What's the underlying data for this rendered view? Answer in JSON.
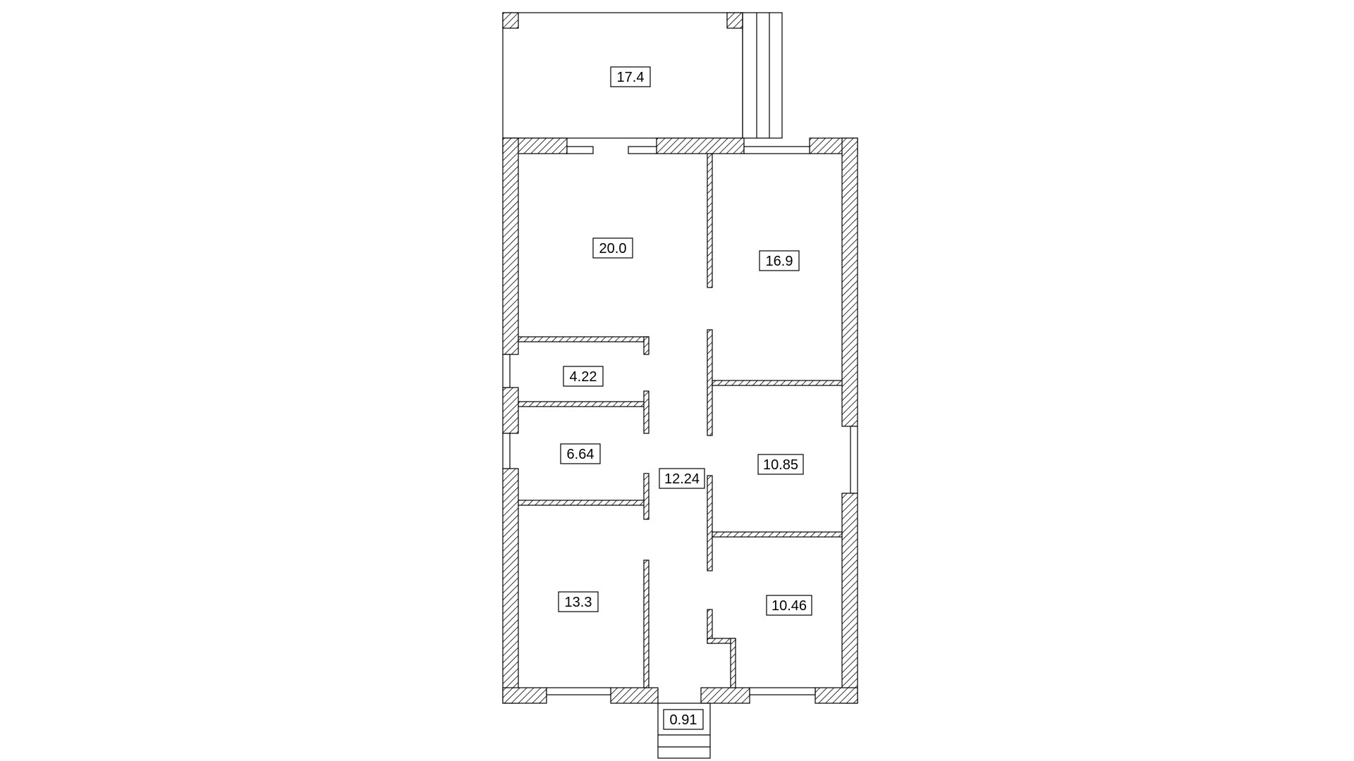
{
  "plan": {
    "colors": {
      "line": "#000000",
      "background": "#ffffff",
      "hatch": "#000000"
    },
    "rooms": [
      {
        "id": "terrace",
        "area": "17.4"
      },
      {
        "id": "room-top-left",
        "area": "20.0"
      },
      {
        "id": "room-top-right",
        "area": "16.9"
      },
      {
        "id": "room-small-1",
        "area": "4.22"
      },
      {
        "id": "room-small-2",
        "area": "6.64"
      },
      {
        "id": "corridor",
        "area": "12.24"
      },
      {
        "id": "room-mid-right",
        "area": "10.85"
      },
      {
        "id": "room-bottom-left",
        "area": "13.3"
      },
      {
        "id": "room-bottom-right",
        "area": "10.46"
      },
      {
        "id": "entry-porch",
        "area": "0.91"
      }
    ]
  }
}
